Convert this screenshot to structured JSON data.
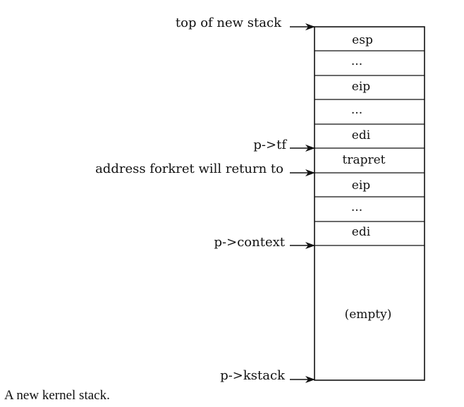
{
  "diagram": {
    "stack_cells": [
      {
        "label": "esp"
      },
      {
        "label": "..."
      },
      {
        "label": "eip"
      },
      {
        "label": "..."
      },
      {
        "label": "edi"
      },
      {
        "label": "trapret"
      },
      {
        "label": "eip"
      },
      {
        "label": "..."
      },
      {
        "label": "edi"
      }
    ],
    "empty_region_label": "(empty)",
    "pointers": [
      {
        "label": "top of new stack"
      },
      {
        "label": "p->tf"
      },
      {
        "label": "address forkret will return to"
      },
      {
        "label": "p->context"
      },
      {
        "label": "p->kstack"
      }
    ]
  },
  "caption": "A new kernel stack."
}
